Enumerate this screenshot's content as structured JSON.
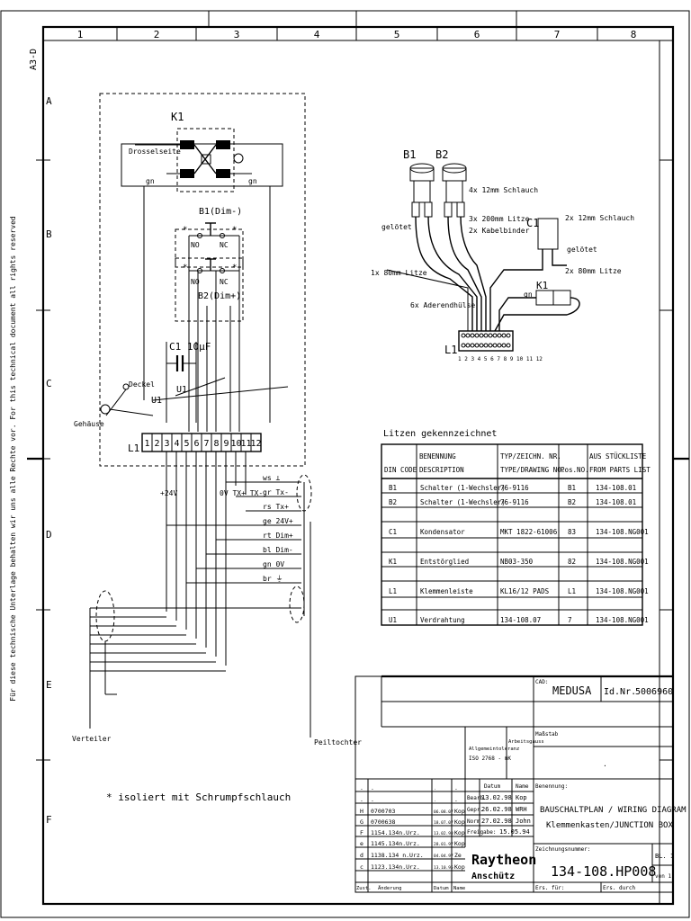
{
  "sheet": {
    "format": "A3-D",
    "columns": [
      "1",
      "2",
      "3",
      "4",
      "5",
      "6",
      "7",
      "8"
    ],
    "rows": [
      "A",
      "B",
      "C",
      "D",
      "E",
      "F"
    ],
    "copyright": "Für diese technische Unterlage behalten wir uns alle Rechte vor. For this technical document all rights reserved"
  },
  "left_diagram": {
    "relay": "K1",
    "drossel": "Drosselseite",
    "gn_left": "gn",
    "gn_right": "gn",
    "switch_b1": "B1(Dim-)",
    "switch_b2": "B2(Dim+)",
    "no": "NO",
    "nc": "NC",
    "star": "*",
    "cap": "C1 10µF",
    "deckel": "Deckel",
    "gehaeuse": "Gehäuse",
    "u1": "U1",
    "terminal_label": "L1",
    "terminals": [
      "1",
      "2",
      "3",
      "4",
      "5",
      "6",
      "7",
      "8",
      "9",
      "10",
      "11",
      "12"
    ],
    "plus24": "+24V",
    "signal": "0V TX+ TX-",
    "wires": [
      "ws ⊥",
      "gr Tx-",
      "rs Tx+",
      "ge 24V+",
      "rt Dim+",
      "bl Dim-",
      "gn 0V",
      "br ⏚"
    ],
    "verteiler": "Verteiler",
    "peiltochter": "Peiltochter",
    "note": "* isoliert mit Schrumpfschlauch"
  },
  "right_diagram": {
    "b1": "B1",
    "b2": "B2",
    "schlauch4": "4x 12mm Schlauch",
    "litze3": "3x 200mm Litze",
    "kabelbinder": "2x Kabelbinder",
    "geloetet_left": "gelötet",
    "litze1": "1x 80mm Litze",
    "c1": "C1",
    "schlauch2": "2x 12mm Schlauch",
    "geloetet_right": "gelötet",
    "litze2": "2x 80mm Litze",
    "gn": "gn",
    "k1": "K1",
    "aderend": "6x Aderendhülse",
    "l1": "L1",
    "pins": "1 2 3 4 5 6 7 8 9 10 11 12"
  },
  "parts": {
    "caption": "Litzen gekennzeichnet",
    "head": {
      "din_top": "",
      "din": "DIN CODE",
      "desc_top": "BENENNUNG",
      "desc": "DESCRIPTION",
      "type_top": "TYP/ZEICHN. NR.",
      "type": "TYPE/DRAWING NO.",
      "pos_top": "",
      "pos": "Pos.NO.",
      "list_top": "AUS STÜCKLISTE",
      "list": "FROM PARTS LIST"
    },
    "rows": [
      {
        "din": "B1",
        "desc": "Schalter (1-Wechsler)",
        "type": "76-9116",
        "pos": "B1",
        "list": "134-108.01"
      },
      {
        "din": "B2",
        "desc": "Schalter (1-Wechsler)",
        "type": "76-9116",
        "pos": "B2",
        "list": "134-108.01"
      },
      {
        "din": "",
        "desc": "",
        "type": "",
        "pos": "",
        "list": ""
      },
      {
        "din": "C1",
        "desc": "Kondensator",
        "type": "MKT 1822-61006",
        "pos": "83",
        "list": "134-108.NG001"
      },
      {
        "din": "",
        "desc": "",
        "type": "",
        "pos": "",
        "list": ""
      },
      {
        "din": "K1",
        "desc": "Entstörglied",
        "type": "NB03-350",
        "pos": "82",
        "list": "134-108.NG001"
      },
      {
        "din": "",
        "desc": "",
        "type": "",
        "pos": "",
        "list": ""
      },
      {
        "din": "L1",
        "desc": "Klemmenleiste",
        "type": "KL16/12 PADS",
        "pos": "L1",
        "list": "134-108.NG001"
      },
      {
        "din": "",
        "desc": "",
        "type": "",
        "pos": "",
        "list": ""
      },
      {
        "din": "U1",
        "desc": "Verdrahtung",
        "type": "134-108.07",
        "pos": "7",
        "list": "134-108.NG001"
      }
    ]
  },
  "title_block": {
    "cad_label": "CAD:",
    "cad": "MEDUSA",
    "id_label": "Id.Nr.",
    "id": "5006960",
    "tolerance_1": "Allgemeintoleranz",
    "tolerance_2": "ISO 2768 - mK",
    "surface": "Arbeitsgauss",
    "scale_label": "Maßstab",
    "scale_value": ".",
    "datum": "Datum",
    "name": "Name",
    "bearb": "Bearb.",
    "bearb_date": "13.02.98",
    "bearb_name": "Kop",
    "gepr": "Gepr.",
    "gepr_date": "26.02.98",
    "gepr_name": "WRH",
    "norm": "Norm",
    "norm_date": "27.02.98",
    "norm_name": "John",
    "freigabe": "Freigabe:",
    "freigabe_date": "15.05.94",
    "benennung": "Benennung:",
    "title1": "BAUSCHALTPLAN / WIRING DIAGRAM",
    "title2": "Klemmenkasten/JUNCTION BOX",
    "zeichnungsnummer": "Zeichnungsnummer:",
    "drawing_no": "134-108.HP008",
    "bl": "BL. 1",
    "von": "von 1",
    "ers_fuer": "Ers. für:",
    "ers_durch": "Ers. durch",
    "company1": "Raytheon",
    "company2": "Anschütz",
    "zust": "Zust.",
    "aenderung": "Änderung",
    "rev_datum": "Datum",
    "rev_name": "Name",
    "revisions": [
      {
        "z": ".",
        "a": ".",
        "d": ".",
        "n": "."
      },
      {
        "z": ".",
        "a": ".",
        "d": ".",
        "n": "."
      },
      {
        "z": "H",
        "a": "0700703",
        "d": "06.08.07",
        "n": "Kop"
      },
      {
        "z": "G",
        "a": "0700638",
        "d": "18.07.07",
        "n": "Kop"
      },
      {
        "z": "F",
        "a": "1154.134n.Urz.",
        "d": "13.02.98",
        "n": "Kop"
      },
      {
        "z": "e",
        "a": "1145.134n.Urz.",
        "d": "28.01.97",
        "n": "Kop"
      },
      {
        "z": "d",
        "a": "1138.134 n.Urz.",
        "d": "04.04.97",
        "n": "Ze"
      },
      {
        "z": "c",
        "a": "1123.134n.Urz.",
        "d": "13.10.95",
        "n": "Kop"
      }
    ],
    "dots": "."
  }
}
